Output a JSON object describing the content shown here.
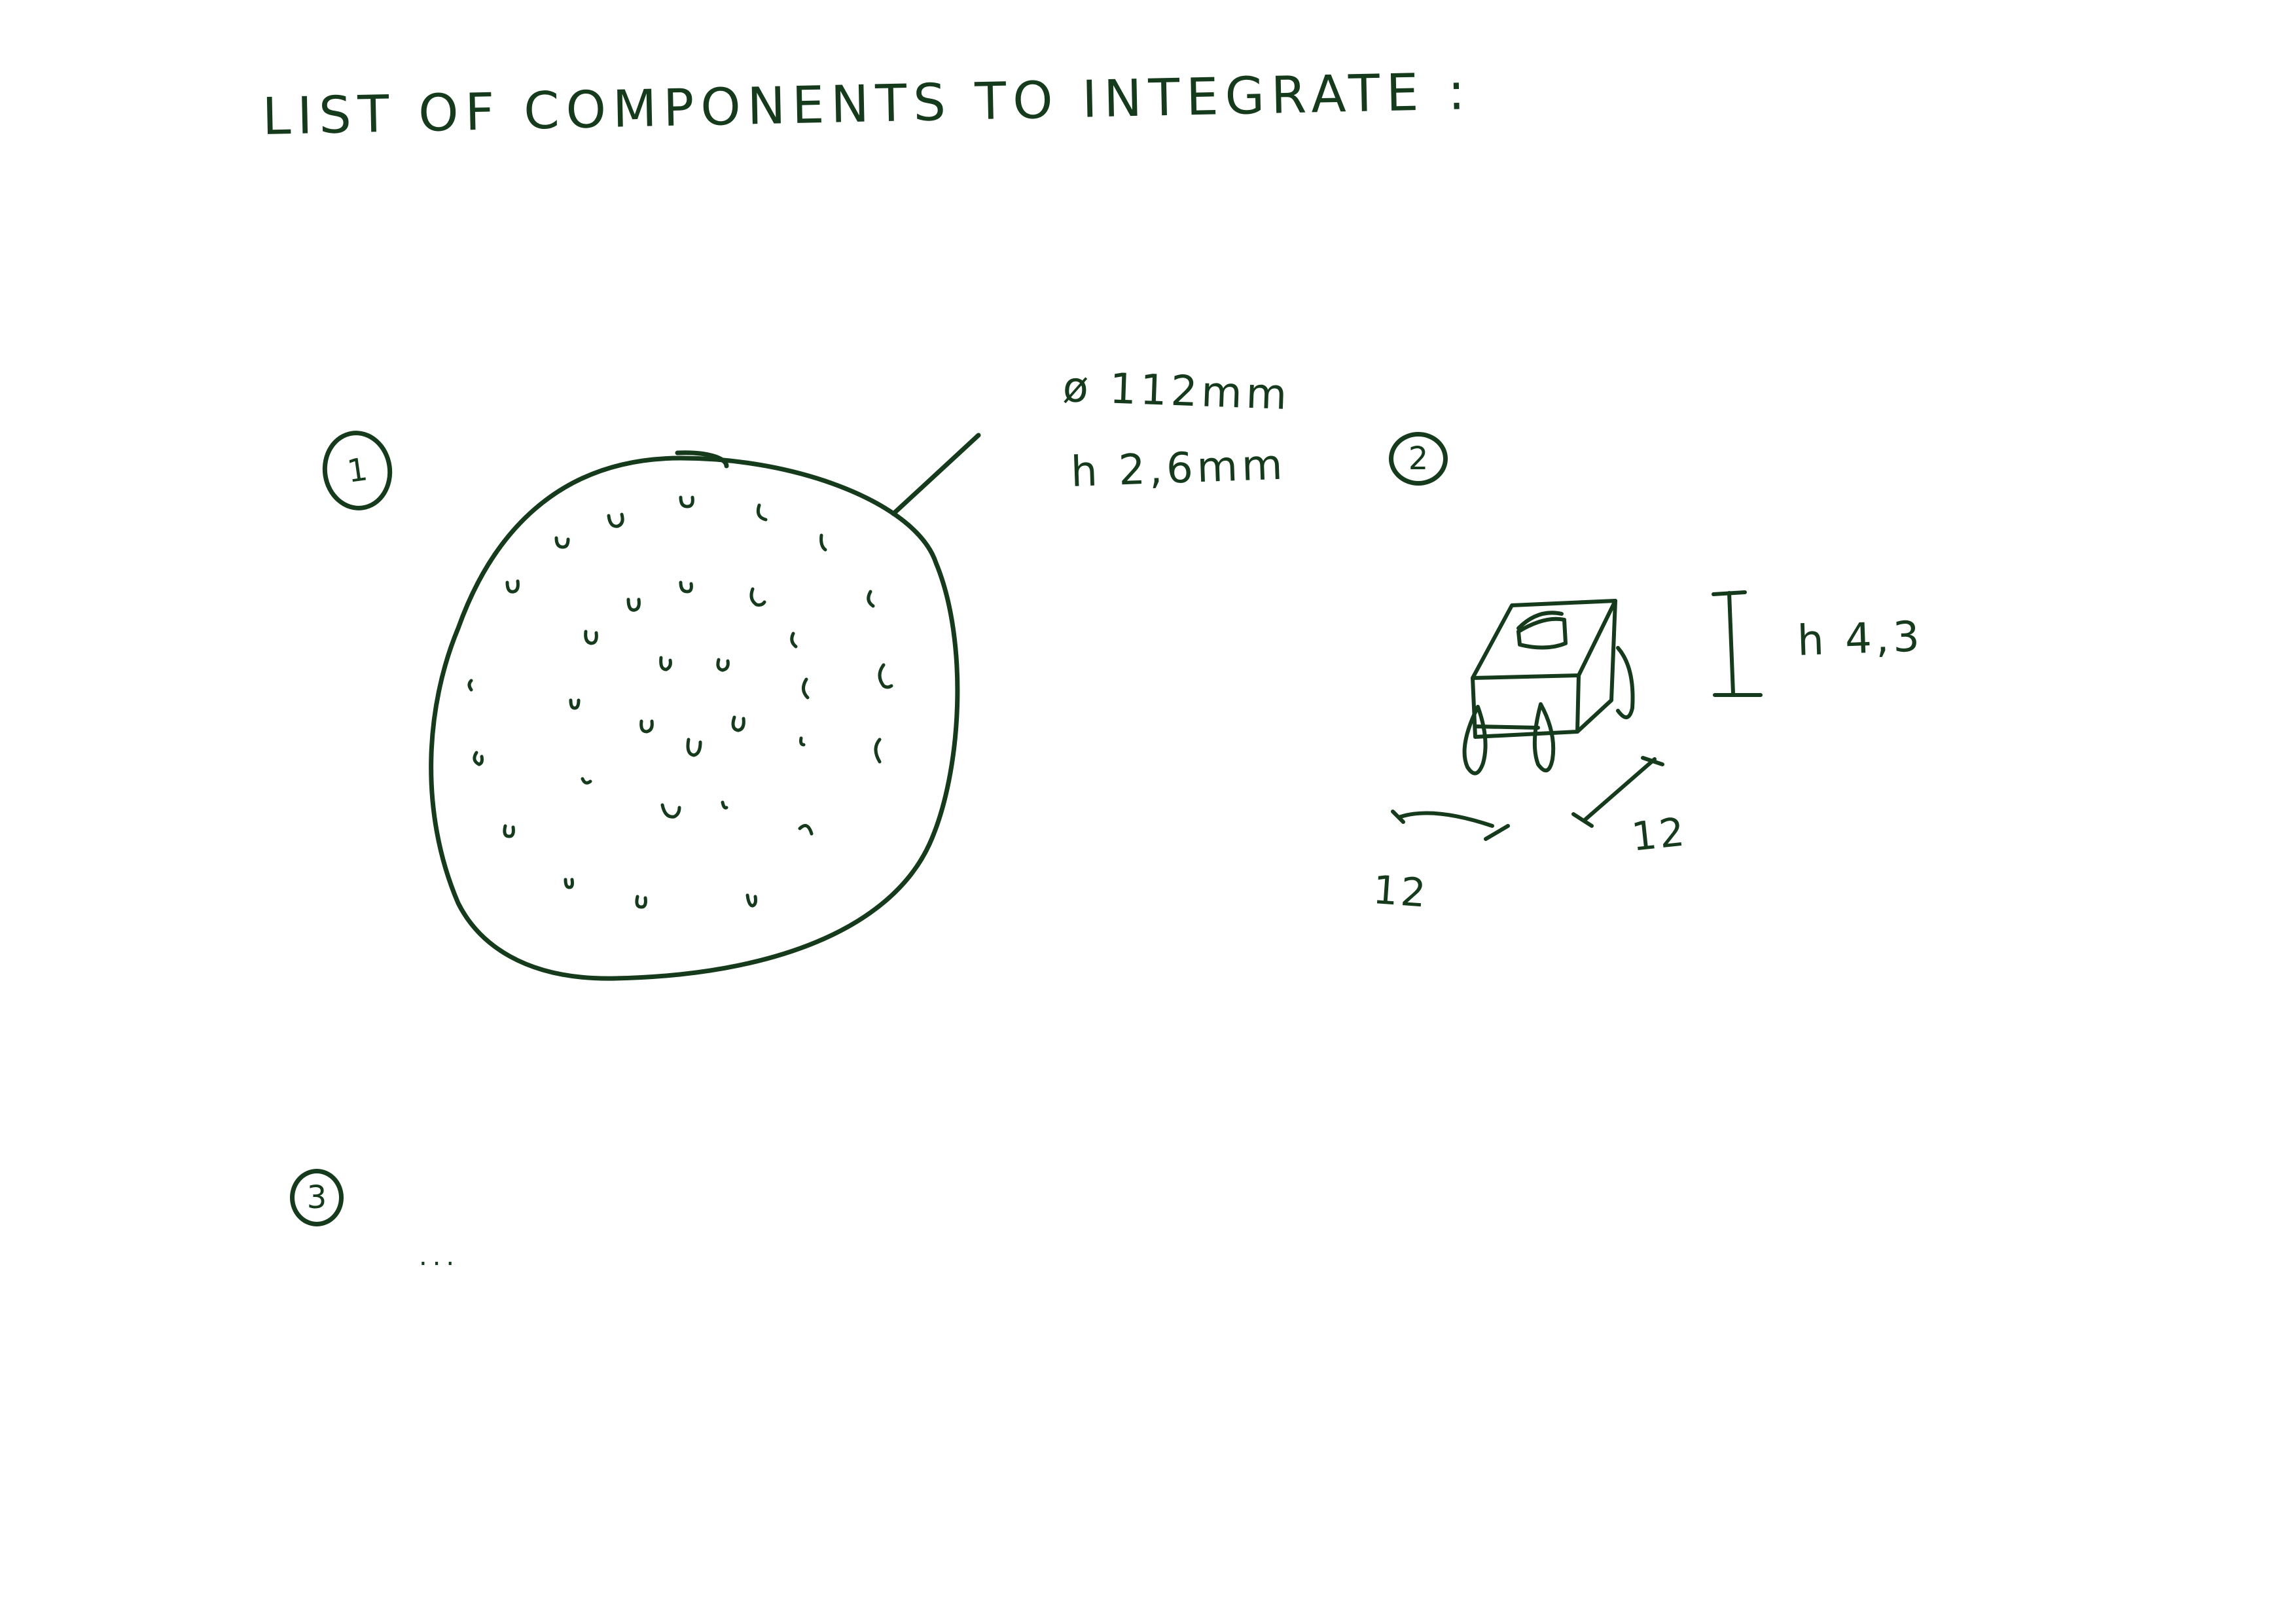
{
  "title": "List of components to integrate :",
  "items": [
    {
      "number": "1",
      "diameter": "ø 112mm",
      "height": "h 2,6mm"
    },
    {
      "number": "2",
      "height": "h 4,3",
      "width": "12",
      "depth": "12"
    },
    {
      "number": "3",
      "continuation": "..."
    }
  ],
  "ink_color": "#163a1c"
}
